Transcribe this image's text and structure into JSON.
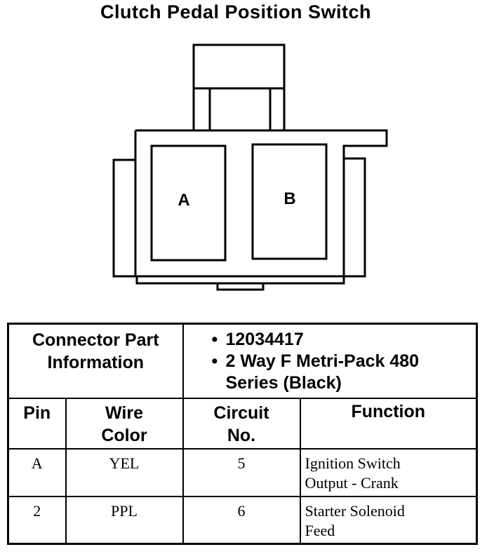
{
  "title": "Clutch Pedal Position Switch",
  "connector": {
    "pins": [
      "A",
      "B"
    ]
  },
  "part_info": {
    "label_line1": "Connector Part",
    "label_line2": "Information",
    "bullet": "•",
    "part_number": "12034417",
    "description_line1": "2 Way F Metri-Pack 480",
    "description_line2": "Series (Black)"
  },
  "columns": {
    "pin": "Pin",
    "wire_color_line1": "Wire",
    "wire_color_line2": "Color",
    "circuit_line1": "Circuit",
    "circuit_line2": "No.",
    "function": "Function"
  },
  "rows": [
    {
      "pin": "A",
      "wire_color": "YEL",
      "circuit": "5",
      "function_line1": "Ignition Switch",
      "function_line2": "Output - Crank"
    },
    {
      "pin": "2",
      "wire_color": "PPL",
      "circuit": "6",
      "function_line1": "Starter Solenoid",
      "function_line2": "Feed"
    }
  ]
}
